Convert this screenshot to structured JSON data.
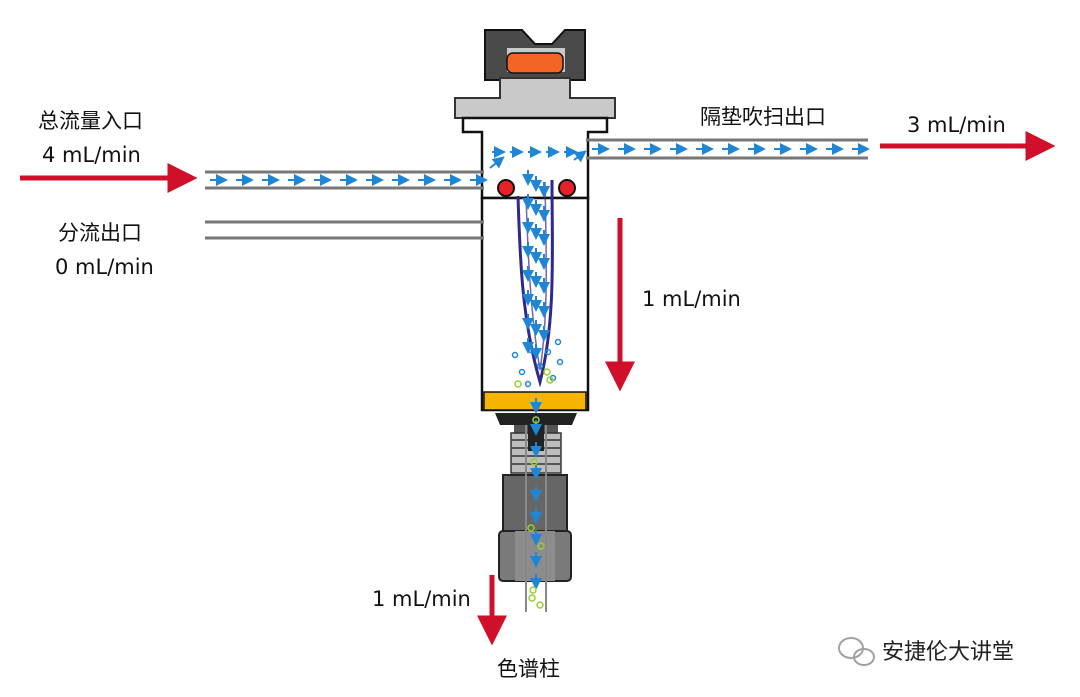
{
  "labels": {
    "total_flow_inlet": "总流量入口",
    "total_flow_rate": "4 mL/min",
    "split_outlet": "分流出口",
    "split_flow_rate": "0 mL/min",
    "septum_purge_outlet": "隔垫吹扫出口",
    "septum_purge_rate": "3 mL/min",
    "liner_flow_rate": "1 mL/min",
    "column_flow_rate": "1 mL/min",
    "column": "色谱柱"
  },
  "watermark": "安捷伦大讲堂",
  "colors": {
    "flow_arrow": "#d0102a",
    "gas_particle": "#1f86d6",
    "inlet_body": "#ffffff",
    "outline": "#111111",
    "septum": "#f26522",
    "septum_cap": "#c9c9c9",
    "liner": "#2e2a8c",
    "seal": "#f5b400",
    "o_ring": "#e8202a",
    "analyte": "#9acd32"
  }
}
